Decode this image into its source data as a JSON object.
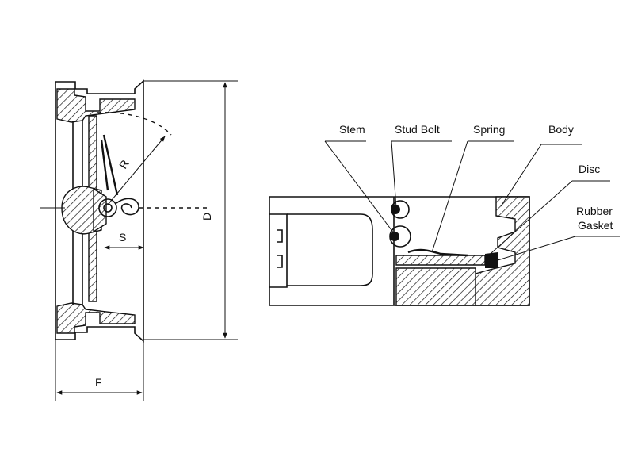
{
  "labels": {
    "stem": "Stem",
    "stud_bolt": "Stud Bolt",
    "spring": "Spring",
    "body": "Body",
    "disc": "Disc",
    "rubber": "Rubber",
    "gasket": "Gasket"
  },
  "dimensions": {
    "d": "D",
    "r": "R",
    "s": "S",
    "f": "F"
  }
}
